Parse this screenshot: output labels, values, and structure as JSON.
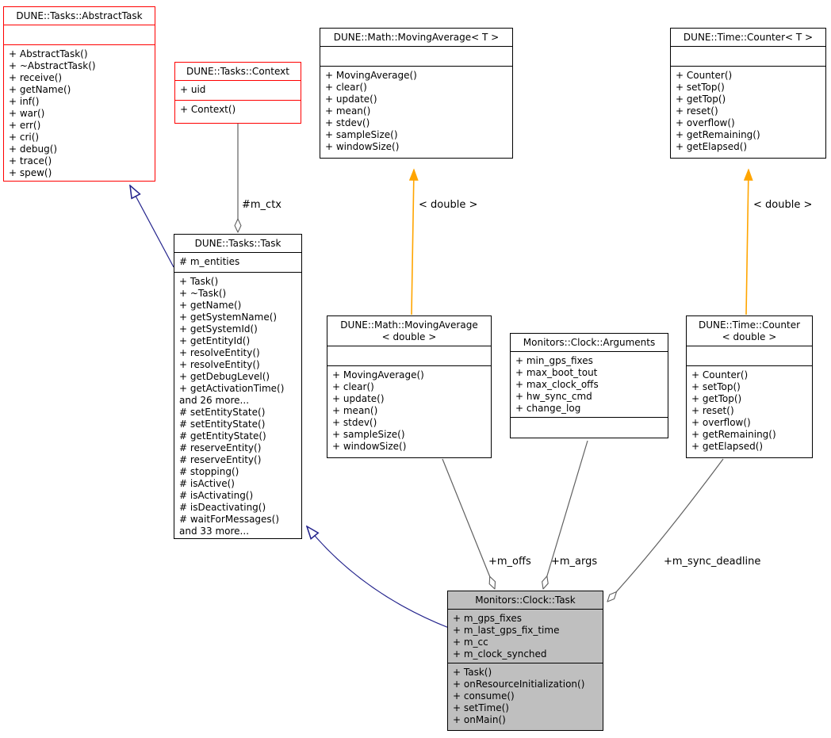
{
  "diagram_type": "uml-collaboration-diagram",
  "colors": {
    "plain_box_border": "#000000",
    "highlight_box_border": "#ff0000",
    "box_fill": "#ffffff",
    "focus_box_fill": "#bfbfbf",
    "inheritance_edge": "#23238c",
    "template_edge": "#ffa500",
    "aggregation_edge": "#606060"
  },
  "classes": [
    {
      "id": "abstract-task",
      "title_lines": [
        "DUNE::Tasks::AbstractTask"
      ],
      "attributes": [],
      "methods": [
        "+ AbstractTask()",
        "+ ~AbstractTask()",
        "+ receive()",
        "+ getName()",
        "+ inf()",
        "+ war()",
        "+ err()",
        "+ cri()",
        "+ debug()",
        "+ trace()",
        "+ spew()"
      ]
    },
    {
      "id": "context",
      "title_lines": [
        "DUNE::Tasks::Context"
      ],
      "attributes": [
        "+ uid"
      ],
      "methods": [
        "+ Context()"
      ]
    },
    {
      "id": "moving-average-t",
      "title_lines": [
        "DUNE::Math::MovingAverage< T >"
      ],
      "attributes": [],
      "methods": [
        "+ MovingAverage()",
        "+ clear()",
        "+ update()",
        "+ mean()",
        "+ stdev()",
        "+ sampleSize()",
        "+ windowSize()"
      ]
    },
    {
      "id": "counter-t",
      "title_lines": [
        "DUNE::Time::Counter< T >"
      ],
      "attributes": [],
      "methods": [
        "+ Counter()",
        "+ setTop()",
        "+ getTop()",
        "+ reset()",
        "+ overflow()",
        "+ getRemaining()",
        "+ getElapsed()"
      ]
    },
    {
      "id": "task",
      "title_lines": [
        "DUNE::Tasks::Task"
      ],
      "attributes": [
        "# m_entities"
      ],
      "methods": [
        "+ Task()",
        "+ ~Task()",
        "+ getName()",
        "+ getSystemName()",
        "+ getSystemId()",
        "+ getEntityId()",
        "+ resolveEntity()",
        "+ resolveEntity()",
        "+ getDebugLevel()",
        "+ getActivationTime()",
        "and 26 more...",
        "# setEntityState()",
        "# setEntityState()",
        "# getEntityState()",
        "# reserveEntity()",
        "# reserveEntity()",
        "# stopping()",
        "# isActive()",
        "# isActivating()",
        "# isDeactivating()",
        "# waitForMessages()",
        "and 33 more..."
      ]
    },
    {
      "id": "moving-average-double",
      "title_lines": [
        "DUNE::Math::MovingAverage",
        "< double >"
      ],
      "attributes": [],
      "methods": [
        "+ MovingAverage()",
        "+ clear()",
        "+ update()",
        "+ mean()",
        "+ stdev()",
        "+ sampleSize()",
        "+ windowSize()"
      ]
    },
    {
      "id": "arguments",
      "title_lines": [
        "Monitors::Clock::Arguments"
      ],
      "attributes": [
        "+ min_gps_fixes",
        "+ max_boot_tout",
        "+ max_clock_offs",
        "+ hw_sync_cmd",
        "+ change_log"
      ],
      "methods": []
    },
    {
      "id": "counter-double",
      "title_lines": [
        "DUNE::Time::Counter",
        "< double >"
      ],
      "attributes": [],
      "methods": [
        "+ Counter()",
        "+ setTop()",
        "+ getTop()",
        "+ reset()",
        "+ overflow()",
        "+ getRemaining()",
        "+ getElapsed()"
      ]
    },
    {
      "id": "clock-task",
      "title_lines": [
        "Monitors::Clock::Task"
      ],
      "attributes": [
        "+ m_gps_fixes",
        "+ m_last_gps_fix_time",
        "+ m_cc",
        "+ m_clock_synched"
      ],
      "methods": [
        "+ Task()",
        "+ onResourceInitialization()",
        "+ consume()",
        "+ setTime()",
        "+ onMain()"
      ]
    }
  ],
  "edges": [
    {
      "type": "inheritance",
      "from": "task",
      "to": "abstract-task",
      "label": ""
    },
    {
      "type": "inheritance",
      "from": "clock-task",
      "to": "task",
      "label": ""
    },
    {
      "type": "template-instance",
      "from": "moving-average-double",
      "to": "moving-average-t",
      "label": "< double >"
    },
    {
      "type": "template-instance",
      "from": "counter-double",
      "to": "counter-t",
      "label": "< double >"
    },
    {
      "type": "aggregation",
      "from": "task",
      "to": "context",
      "label": "#m_ctx"
    },
    {
      "type": "aggregation",
      "from": "clock-task",
      "to": "moving-average-double",
      "label": "+m_offs"
    },
    {
      "type": "aggregation",
      "from": "clock-task",
      "to": "arguments",
      "label": "+m_args"
    },
    {
      "type": "aggregation",
      "from": "clock-task",
      "to": "counter-double",
      "label": "+m_sync_deadline"
    }
  ]
}
